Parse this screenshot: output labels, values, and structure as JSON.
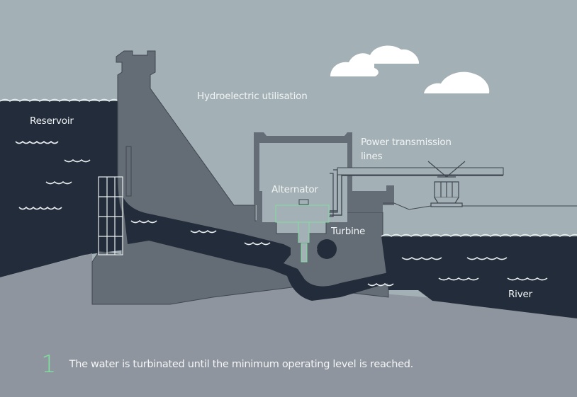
{
  "title": "Hydroelectric utilisation",
  "labels": {
    "reservoir": "Reservoir",
    "hydro": "Hydroelectric utilisation",
    "power_line1": "Power transmission",
    "power_line2": "lines",
    "alternator": "Alternator",
    "turbine": "Turbine",
    "river": "River"
  },
  "caption": {
    "step": "1",
    "text": "The water is turbinated until the minimum operating level is reached."
  },
  "colors": {
    "sky": "#a3b0b5",
    "water": "#222c3a",
    "dam": "#646c75",
    "ground": "#8f959e",
    "accent": "#7fe0a0",
    "cloud": "#ffffff"
  }
}
